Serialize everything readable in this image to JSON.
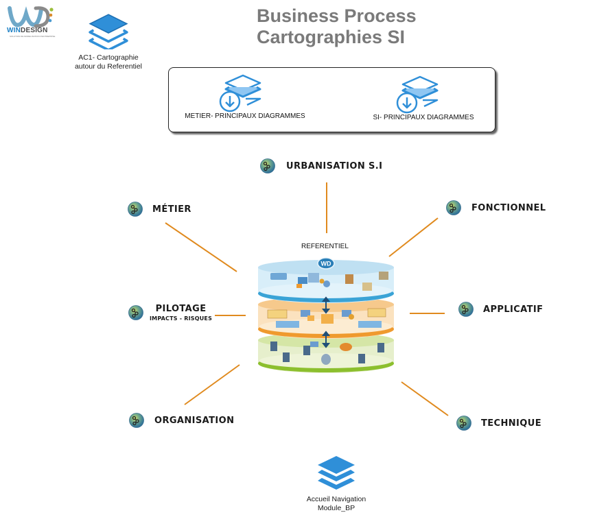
{
  "logo": {
    "brand_win": "WIN",
    "brand_design": "DESIGN",
    "tagline": "SOLUTION DE MODELISATION D'ENTREPRISE",
    "icon": "windesign-logo-icon"
  },
  "header": {
    "title_line1": "Business Process",
    "title_line2": "Cartographies SI"
  },
  "links": {
    "ac1": {
      "line1": "AC1- Cartographie",
      "line2": "autour du Referentiel",
      "icon": "layers-icon"
    },
    "home": {
      "line1": "Accueil Navigation",
      "line2": "Module_BP",
      "icon": "layers-icon"
    }
  },
  "diagrams_box": {
    "items": [
      {
        "label": "METIER- PRINCIPAUX DIAGRAMMES",
        "icon": "layers-download-icon"
      },
      {
        "label": "SI- PRINCIPAUX DIAGRAMMES",
        "icon": "layers-download-icon"
      }
    ]
  },
  "referentiel": {
    "label": "REFERENTIEL",
    "badge": "WD",
    "layers": [
      {
        "name": "top",
        "color": "#bfe0f2"
      },
      {
        "name": "middle",
        "color": "#f6c98c"
      },
      {
        "name": "bottom",
        "color": "#d5e6a6"
      }
    ]
  },
  "nodes": {
    "urbanisation": {
      "label": "URBANISATION S.I",
      "icon": "process-nodes-icon"
    },
    "metier": {
      "label": "MÉTIER",
      "icon": "process-nodes-icon"
    },
    "fonctionnel": {
      "label": "FONCTIONNEL",
      "icon": "process-nodes-icon"
    },
    "pilotage": {
      "label": "PILOTAGE",
      "sublabel": "IMPACTS - RISQUES",
      "icon": "process-nodes-icon"
    },
    "applicatif": {
      "label": "APPLICATIF",
      "icon": "process-nodes-icon"
    },
    "organisation": {
      "label": "ORGANISATION",
      "icon": "process-nodes-icon"
    },
    "technique": {
      "label": "TECHNIQUE",
      "icon": "process-nodes-icon"
    }
  },
  "colors": {
    "connector": "#e08a1e",
    "layer_blue": "#2f8fd8",
    "title_gray": "#7a7a7a"
  }
}
